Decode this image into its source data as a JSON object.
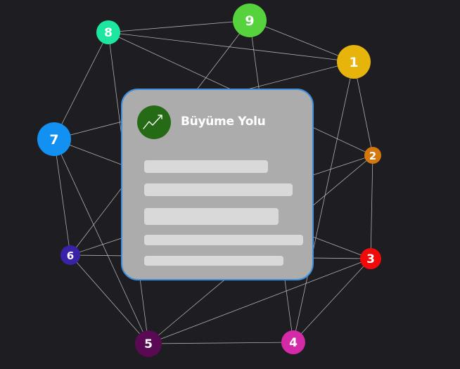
{
  "card": {
    "title": "Büyüme Yolu",
    "icon": "trend-up-arrow-icon",
    "icon_bg_color": "#256a14",
    "border_color": "#3f8fe0",
    "placeholder_lines": 5
  },
  "nodes": [
    {
      "id": "1",
      "label": "1",
      "color": "#e6b40a"
    },
    {
      "id": "2",
      "label": "2",
      "color": "#d4780e"
    },
    {
      "id": "3",
      "label": "3",
      "color": "#f20a0a"
    },
    {
      "id": "4",
      "label": "4",
      "color": "#d52aa8"
    },
    {
      "id": "5",
      "label": "5",
      "color": "#5a0a52"
    },
    {
      "id": "6",
      "label": "6",
      "color": "#3a22a8"
    },
    {
      "id": "7",
      "label": "7",
      "color": "#1391f2"
    },
    {
      "id": "8",
      "label": "8",
      "color": "#1de6a0"
    },
    {
      "id": "9",
      "label": "9",
      "color": "#55d23c"
    }
  ],
  "edges": [
    [
      "9",
      "1"
    ],
    [
      "9",
      "8"
    ],
    [
      "1",
      "2"
    ],
    [
      "2",
      "3"
    ],
    [
      "3",
      "4"
    ],
    [
      "4",
      "5"
    ],
    [
      "5",
      "6"
    ],
    [
      "6",
      "7"
    ],
    [
      "7",
      "8"
    ],
    [
      "8",
      "1"
    ],
    [
      "9",
      "4"
    ],
    [
      "8",
      "5"
    ],
    [
      "7",
      "5"
    ],
    [
      "7",
      "3"
    ],
    [
      "6",
      "2"
    ],
    [
      "5",
      "3"
    ],
    [
      "6",
      "3"
    ],
    [
      "7",
      "1"
    ],
    [
      "8",
      "2"
    ],
    [
      "1",
      "4"
    ],
    [
      "9",
      "6"
    ],
    [
      "5",
      "2"
    ]
  ],
  "colors": {
    "background": "#1e1e22",
    "edge": "#c8c8c8"
  }
}
